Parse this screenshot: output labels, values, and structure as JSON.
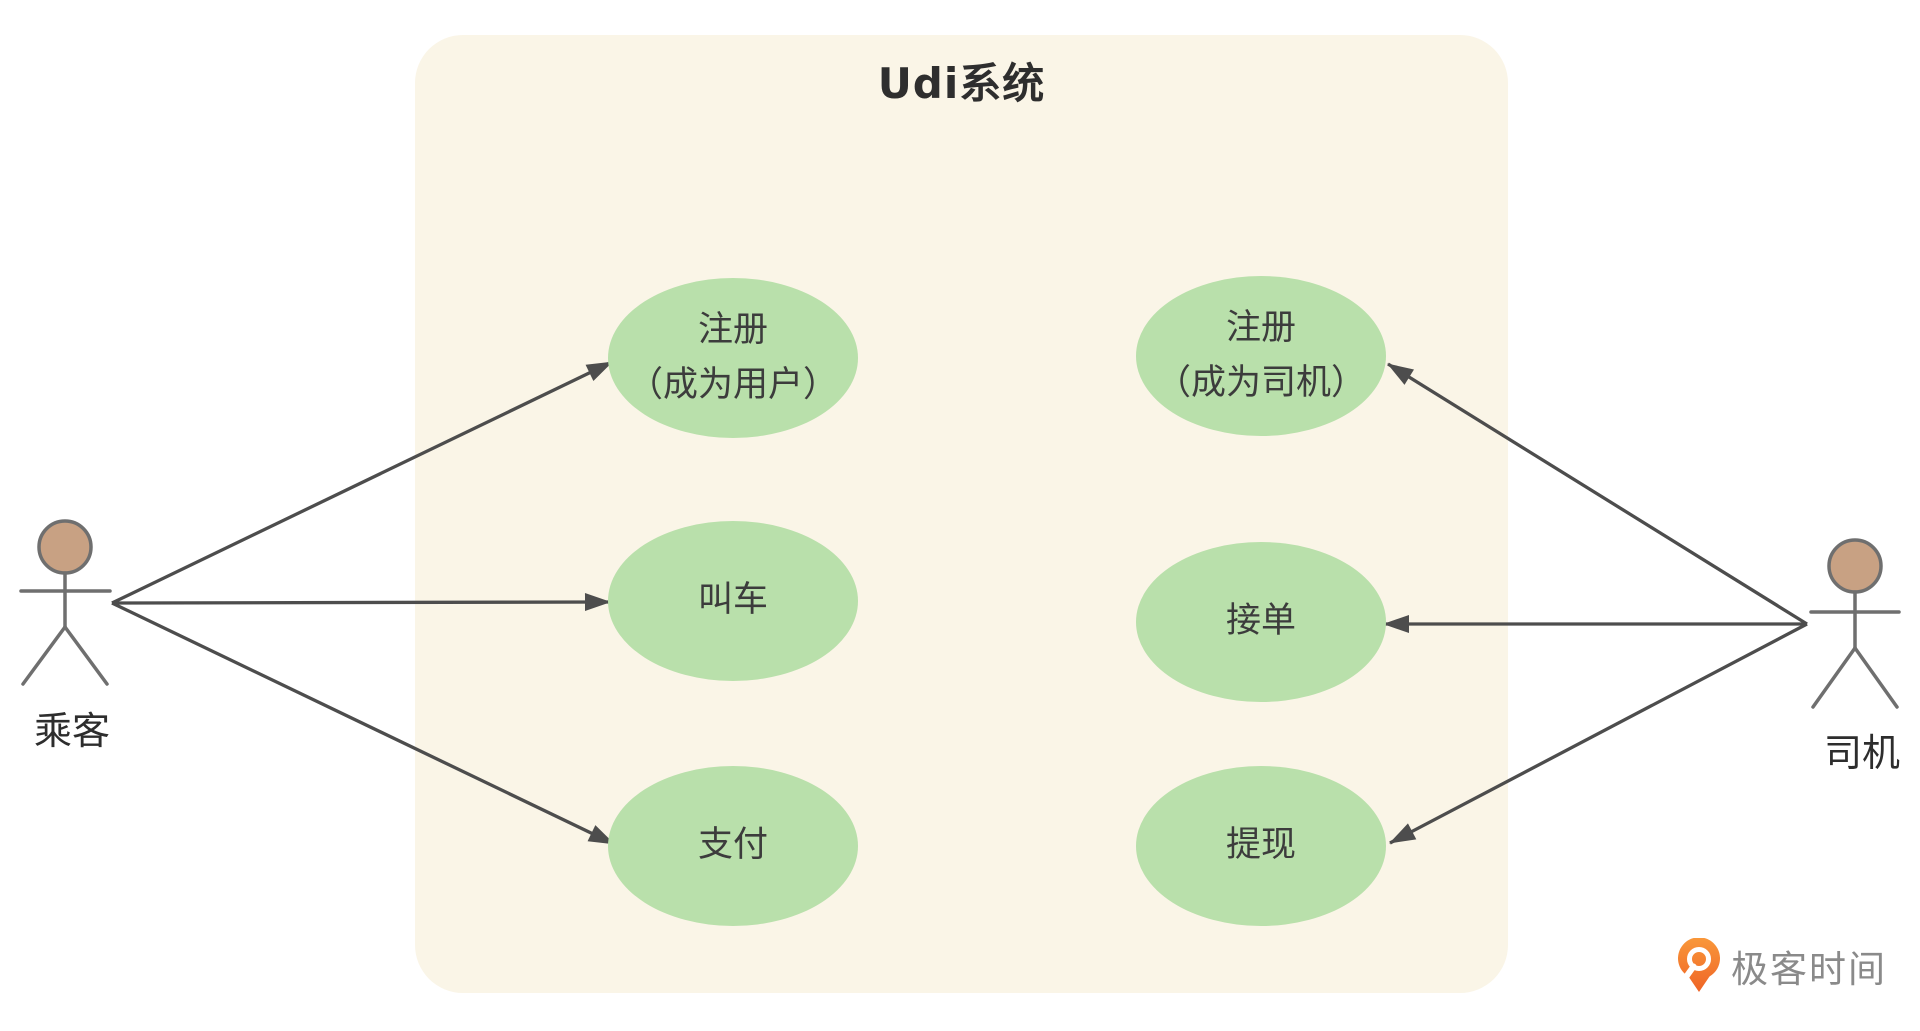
{
  "title": "Udi系统",
  "actors": {
    "passenger": {
      "label": "乘客"
    },
    "driver": {
      "label": "司机"
    }
  },
  "usecases": {
    "register_user": {
      "line1": "注册",
      "line2": "（成为用户）"
    },
    "call_car": {
      "line1": "叫车"
    },
    "pay": {
      "line1": "支付"
    },
    "register_driver": {
      "line1": "注册",
      "line2": "（成为司机）"
    },
    "accept_order": {
      "line1": "接单"
    },
    "withdraw": {
      "line1": "提现"
    }
  },
  "logo": {
    "brand": "极客时间"
  },
  "colors": {
    "page_bg": "#FFFFFF",
    "system_bg": "#FAF5E7",
    "usecase_fill": "#B9E0AB",
    "usecase_text": "#3C3C3C",
    "title_text": "#2E2E2E",
    "arrow": "#4D4D4D",
    "actor_line": "#6F6F6F",
    "actor_head_fill": "#C8A183",
    "logo_orange": "#F3752C",
    "logo_text": "#8A8A8A"
  }
}
